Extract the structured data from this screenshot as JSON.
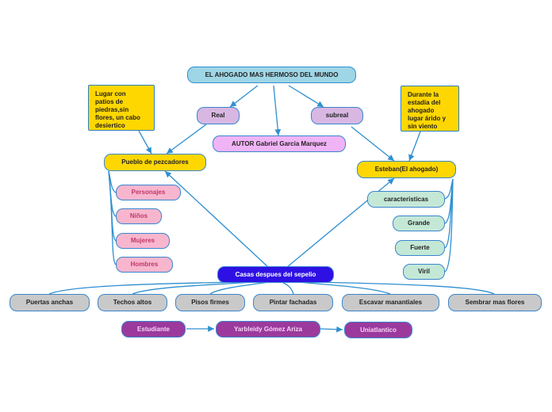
{
  "title": "EL AHOGADO MAS HERMOSO DEL MUNDO",
  "real": "Real",
  "subreal": "subreal",
  "author": "AUTOR Gabriel Garcia Marquez",
  "note_left": "Lugar con\npatios de\npiedras,sin\nflores, un cabo\ndesiertico",
  "note_right": "Durante la\nestadia del\nahogado\nlugar árido y\nsin viento",
  "pueblo": "Pueblo de pezcadores",
  "pueblo_items": [
    "Personajes",
    "Niños",
    "Mujeres",
    "Hombres"
  ],
  "esteban": "Esteban(El ahogado)",
  "caracteristicas": "caracteristicas",
  "esteban_items": [
    "Grande",
    "Fuerte",
    "Viril"
  ],
  "casas": "Casas despues del sepelio",
  "casas_items": [
    "Puertas anchas",
    "Techos altos",
    "Pisos firmes",
    "Pintar fachadas",
    "Escavar manantiales",
    "Sembrar mas flores"
  ],
  "footer": [
    "Estudiante",
    "Yarbleidy Gómez Ariza",
    "Uniatlantico"
  ],
  "colors": {
    "line": "#2e8fd0",
    "yellow": "#ffd700",
    "blue": "#2e10e4",
    "purple": "#9b3a9c"
  }
}
